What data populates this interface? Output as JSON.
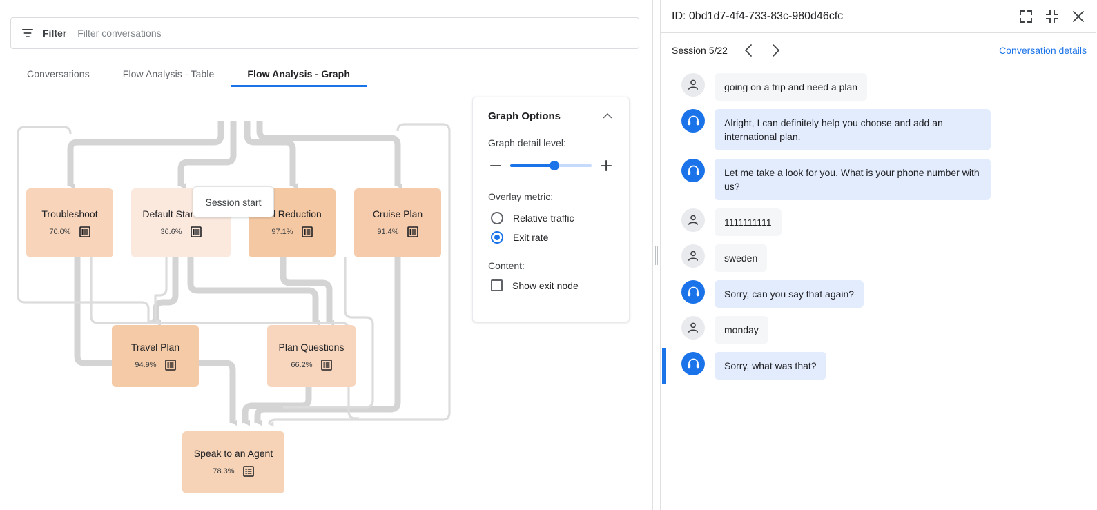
{
  "filter": {
    "label": "Filter",
    "placeholder": "Filter conversations",
    "value": ""
  },
  "tabs": [
    {
      "label": "Conversations",
      "active": false
    },
    {
      "label": "Flow Analysis - Table",
      "active": false
    },
    {
      "label": "Flow Analysis - Graph",
      "active": true
    }
  ],
  "graph": {
    "session_start_label": "Session start",
    "nodes": [
      {
        "label": "Troubleshoot",
        "percent": "70.0%",
        "color": "#f7d4ba"
      },
      {
        "label": "Default Start Flow",
        "percent": "36.6%",
        "color": "#fbe9de"
      },
      {
        "label": "Bill Reduction",
        "percent": "97.1%",
        "color": "#f4c8a2"
      },
      {
        "label": "Cruise Plan",
        "percent": "91.4%",
        "color": "#f6cbab"
      },
      {
        "label": "Travel Plan",
        "percent": "94.9%",
        "color": "#f5caa6"
      },
      {
        "label": "Plan Questions",
        "percent": "66.2%",
        "color": "#f8d6bd"
      },
      {
        "label": "Speak to an Agent",
        "percent": "78.3%",
        "color": "#f6d2b6"
      }
    ],
    "edge_color": "#d4d4d4",
    "thin_edge_color": "#dcdcdc"
  },
  "graph_options": {
    "title": "Graph Options",
    "detail_label": "Graph detail level:",
    "detail_value": 54,
    "decrease_label": "minus",
    "increase_label": "plus",
    "overlay_label": "Overlay metric:",
    "overlay_options": [
      {
        "label": "Relative traffic",
        "selected": false
      },
      {
        "label": "Exit rate",
        "selected": true
      }
    ],
    "content_label": "Content:",
    "content_options": [
      {
        "label": "Show exit node",
        "checked": false
      }
    ],
    "accent_color": "#1a73e8"
  },
  "conversation": {
    "id_text": "ID: 0bd1d7-4f4-733-83c-980d46cfc",
    "session_count": "Session 5/22",
    "details_link": "Conversation details",
    "messages": [
      {
        "sender": "user",
        "text": "going on a trip and need a plan",
        "highlighted": false
      },
      {
        "sender": "agent",
        "text": "Alright, I can definitely help you choose and add an international plan.",
        "highlighted": false
      },
      {
        "sender": "agent",
        "text": "Let me take a look for you. What is your phone number with us?",
        "highlighted": false
      },
      {
        "sender": "user",
        "text": "1111111111",
        "highlighted": false
      },
      {
        "sender": "user",
        "text": "sweden",
        "highlighted": false
      },
      {
        "sender": "agent",
        "text": "Sorry, can you say that again?",
        "highlighted": false
      },
      {
        "sender": "user",
        "text": "monday",
        "highlighted": false
      },
      {
        "sender": "agent",
        "text": "Sorry, what was that?",
        "highlighted": true
      }
    ]
  }
}
